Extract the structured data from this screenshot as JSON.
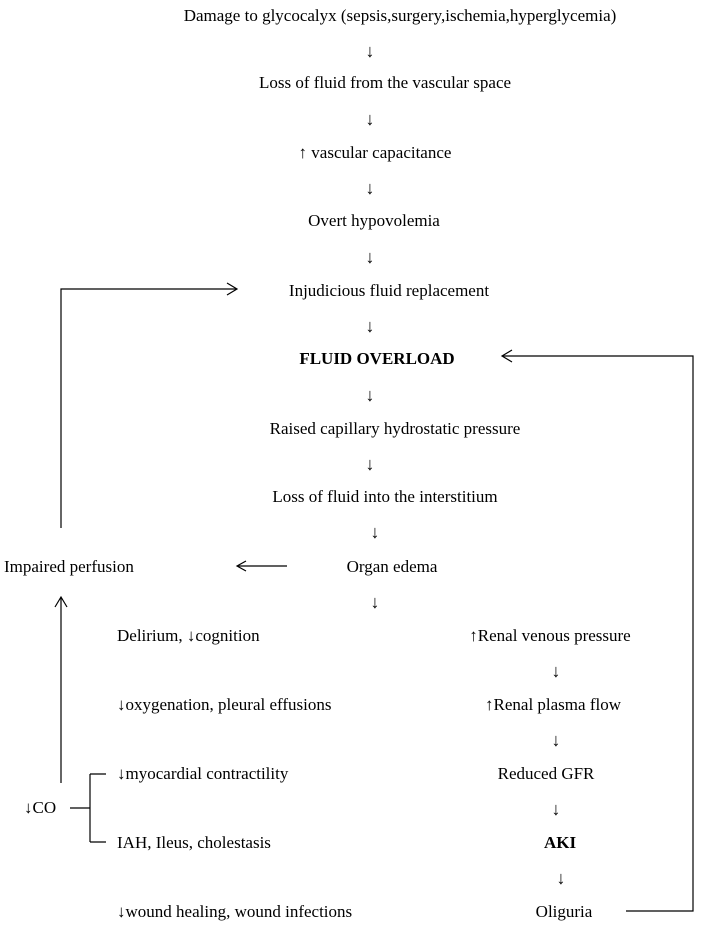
{
  "flow": {
    "n1": "Damage to glycocalyx (sepsis,surgery,ischemia,hyperglycemia)",
    "n2": "Loss of fluid from the vascular space",
    "n3": "↑ vascular capacitance",
    "n4": "Overt hypovolemia",
    "n5": "Injudicious fluid replacement",
    "n6": "FLUID OVERLOAD",
    "n7": "Raised capillary hydrostatic pressure",
    "n8": "Loss of fluid into the interstitium",
    "n9": "Organ edema",
    "impaired": "Impaired perfusion"
  },
  "left_effects": {
    "delirium": "Delirium, ↓cognition",
    "oxygenation": "↓oxygenation, pleural effusions",
    "myocardial": "↓myocardial contractility",
    "iah": "IAH, Ileus, cholestasis",
    "wound": "↓wound healing, wound infections",
    "co": "↓CO"
  },
  "renal": {
    "r1": "↑Renal venous pressure",
    "r2": "↑Renal plasma flow",
    "r3": "Reduced GFR",
    "r4": "AKI",
    "r5": "Oliguria"
  },
  "arrow_glyph": "↓"
}
